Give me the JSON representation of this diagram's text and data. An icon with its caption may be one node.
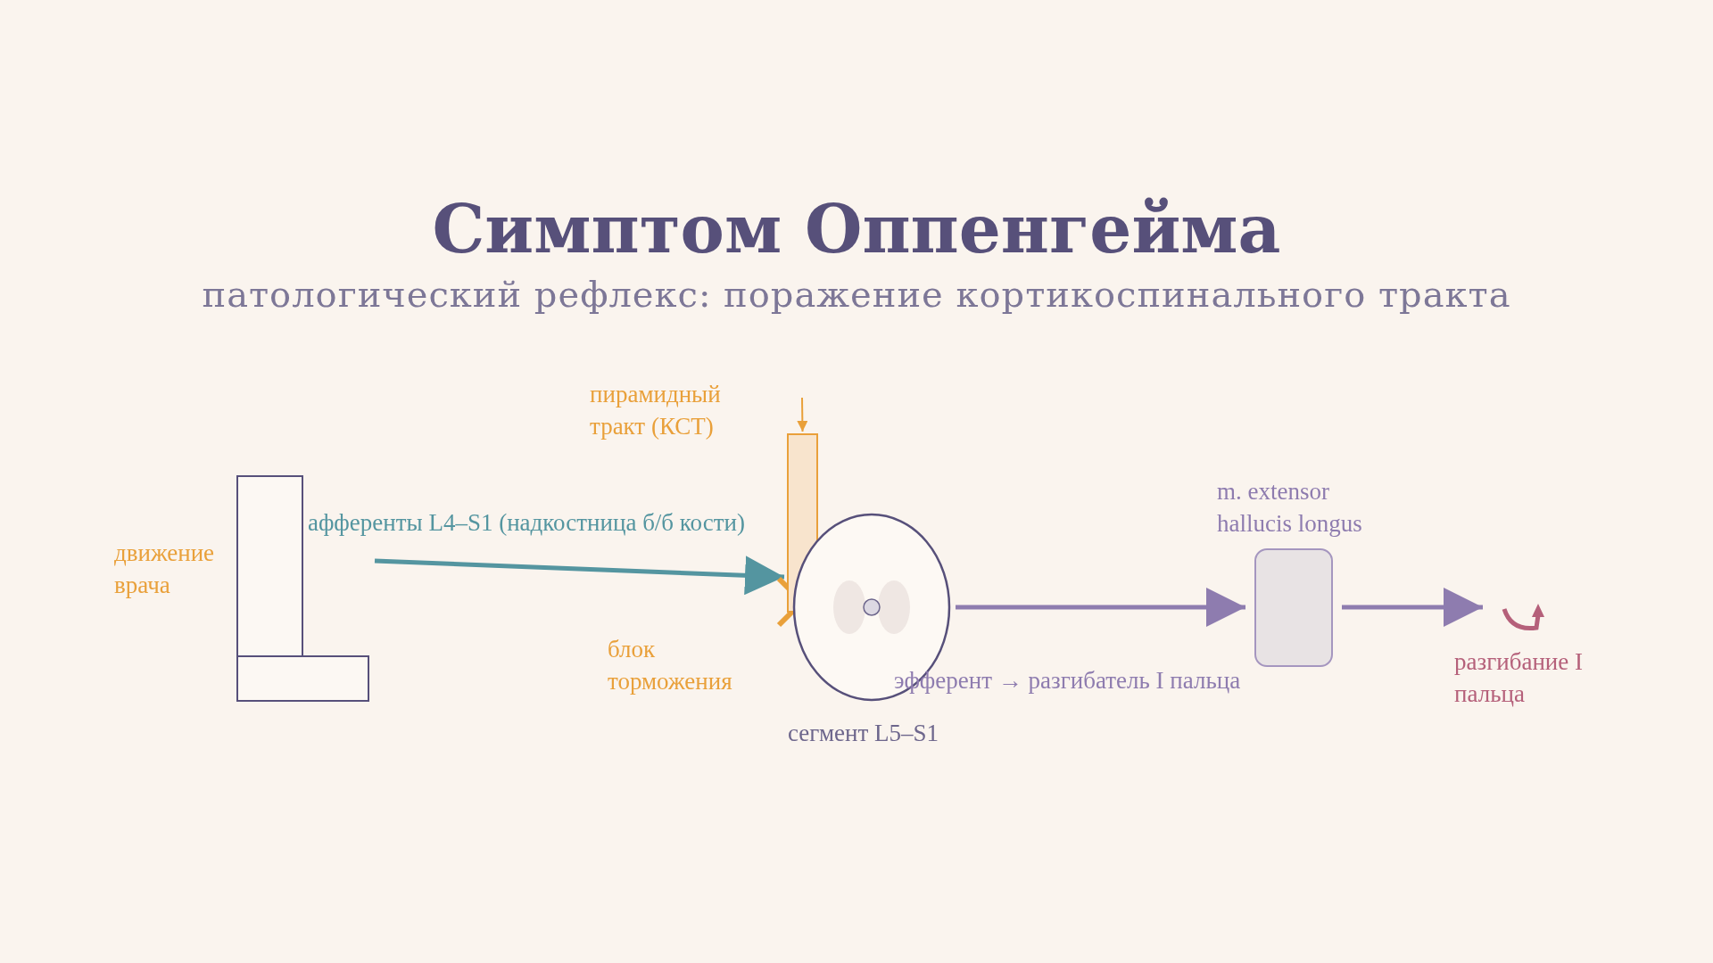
{
  "diagram": {
    "title": "Симптом Оппенгейма",
    "nodes": [
      {
        "text": [],
        "shape": "box"
      },
      {
        "text": [],
        "shape": "bar",
        "beside": [
          "пирамидный тракт (КСТ)"
        ]
      },
      {
        "text": [],
        "shape": "circle",
        "beside": [
          "сегмент L5–S1"
        ]
      },
      {
        "text": [],
        "shape": "box",
        "beside": [
          "m. extensor hallucis longus"
        ]
      }
    ],
    "edges": [
      {
        "from": 0,
        "to": 2,
        "arrow": "to",
        "label": "афференты L4–S1 (надкостница б/б кости)",
        "color": "#5495a0"
      },
      {
        "from": null,
        "to": 1,
        "arrow": "to",
        "color": "#e9a03a"
      },
      {
        "from": 2,
        "to": 3,
        "arrow": "to",
        "label": "эфферент → разгибатель I пальца"
      },
      {
        "from": 3,
        "to": null,
        "arrow": "to"
      }
    ],
    "labels": [
      "патологический рефлекс: поражение кортикоспинального тракта",
      "движение врача",
      "блок торможения",
      "разгибание I пальца"
    ]
  }
}
